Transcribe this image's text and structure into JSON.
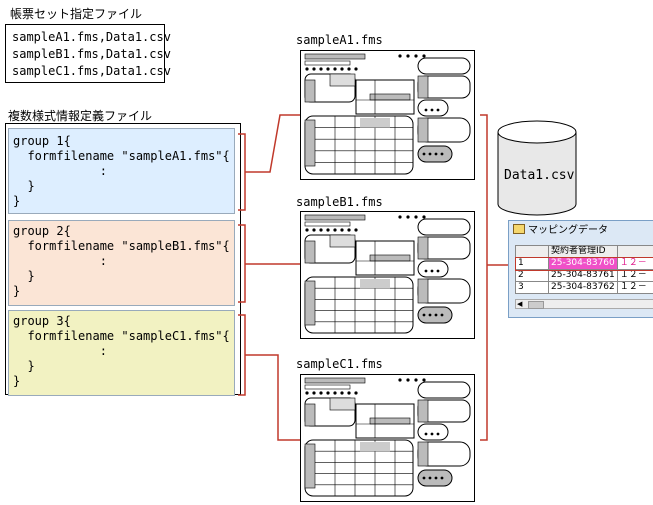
{
  "set_file": {
    "label": "帳票セット指定ファイル",
    "lines": [
      "sampleA1.fms,Data1.csv",
      "sampleB1.fms,Data1.csv",
      "sampleC1.fms,Data1.csv"
    ]
  },
  "def_file": {
    "label": "複数様式情報定義ファイル",
    "groups": [
      {
        "text": "group 1{\n  formfilename \"sampleA1.fms\"{\n            :\n  }\n}",
        "color": "#ddeeff"
      },
      {
        "text": "group 2{\n  formfilename \"sampleB1.fms\"{\n            :\n  }\n}",
        "color": "#fbe5d6"
      },
      {
        "text": "group 3{\n  formfilename \"sampleC1.fms\"{\n            :\n  }\n}",
        "color": "#f2f2c2"
      }
    ]
  },
  "forms": [
    {
      "label": "sampleA1.fms"
    },
    {
      "label": "sampleB1.fms"
    },
    {
      "label": "sampleC1.fms"
    }
  ],
  "csv": {
    "label": "Data1.csv"
  },
  "mapping": {
    "title": "マッピングデータ",
    "header": [
      "",
      "契約者管理ID",
      ""
    ],
    "rows": [
      [
        "1",
        "25-304-83760",
        "１２－"
      ],
      [
        "2",
        "25-304-83761",
        "１２－"
      ],
      [
        "3",
        "25-304-83762",
        "１２－"
      ]
    ]
  },
  "colors": {
    "accent": "#c0392b",
    "group_border": "#aaaaaa"
  }
}
